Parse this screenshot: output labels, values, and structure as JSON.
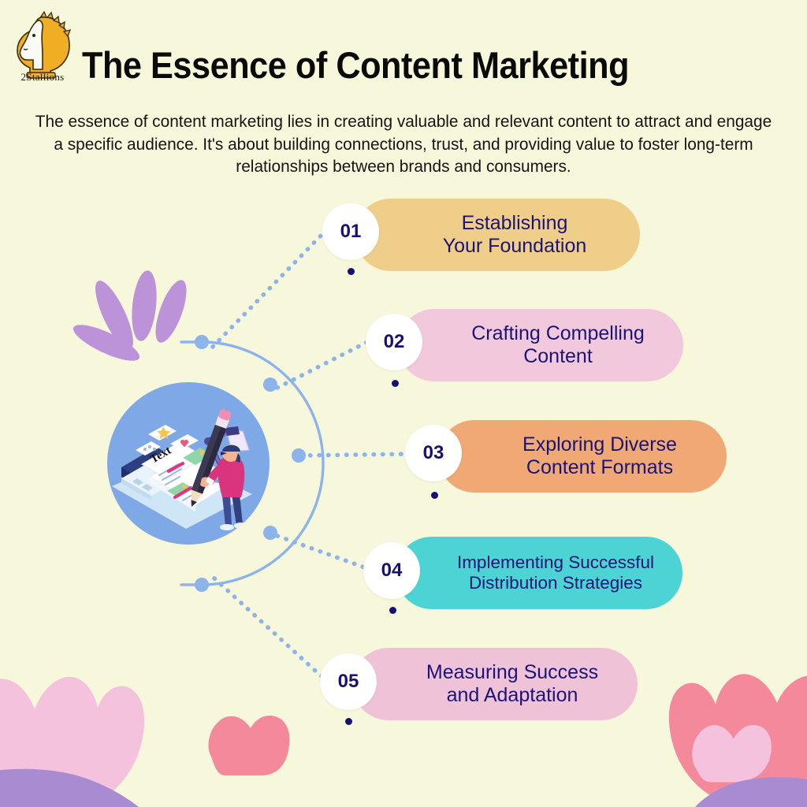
{
  "meta": {
    "background_color": "#f7f7dc",
    "accent_navy": "#151173",
    "connector_blue": "#8cb4ea"
  },
  "brand": {
    "logo_icon": "knight-chess-horse-icon",
    "logo_name": "2Stallions",
    "logo_color": "#efae24"
  },
  "header": {
    "title": "The Essence of Content Marketing",
    "intro": "The essence of content marketing lies in creating valuable and relevant content to attract and engage a specific audience. It's about building connections, trust, and providing value to foster long-term relationships between brands and consumers."
  },
  "hub": {
    "icon_name": "content-creation-illustration",
    "circle_color": "#7fa9e6",
    "description": "Isometric illustration of a person holding a giant pencil editing a document on a laptop with a desk lamp and reaction bubbles"
  },
  "steps": [
    {
      "number": "01",
      "line1": "Establishing",
      "line2": "Your Foundation",
      "color": "#efce8a"
    },
    {
      "number": "02",
      "line1": "Crafting Compelling",
      "line2": "Content",
      "color": "#f2c8dc"
    },
    {
      "number": "03",
      "line1": "Exploring Diverse",
      "line2": "Content Formats",
      "color": "#f0a875"
    },
    {
      "number": "04",
      "line1": "Implementing Successful",
      "line2": "Distribution Strategies",
      "color": "#4cd4d4"
    },
    {
      "number": "05",
      "line1": "Measuring Success",
      "line2": "and Adaptation",
      "color": "#f0c2d8"
    }
  ],
  "decorations": {
    "purple_fan": "purple-petal-fan-icon",
    "bottom_left_flowers": "pink-tulip-cluster-icon",
    "bottom_right_flowers": "pink-tulip-cluster-icon"
  }
}
